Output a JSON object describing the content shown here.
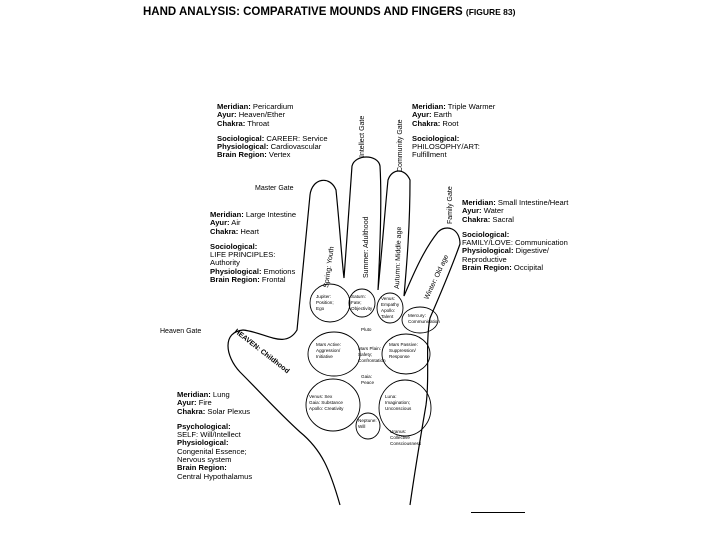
{
  "title": "HAND ANALYSIS: COMPARATIVE MOUNDS AND FINGERS",
  "figure_ref": "(FIGURE 83)",
  "info_blocks": {
    "thumb": {
      "meridian_label": "Meridian:",
      "meridian": "Lung",
      "ayur_label": "Ayur:",
      "ayur": "Fire",
      "chakra_label": "Chakra:",
      "chakra": "Solar Plexus",
      "psychological_label": "Psychological:",
      "psychological": "SELF: Will/Intellect",
      "physiological_label": "Physiological:",
      "physiological_1": "Congenital Essence;",
      "physiological_2": "Nervous system",
      "brain_label": "Brain Region:",
      "brain": "Central Hypothalamus"
    },
    "index": {
      "meridian_label": "Meridian:",
      "meridian": "Large Intestine",
      "ayur_label": "Ayur:",
      "ayur": "Air",
      "chakra_label": "Chakra:",
      "chakra": "Heart",
      "sociological_label": "Sociological:",
      "sociological_1": "LIFE PRINCIPLES:",
      "sociological_2": "Authority",
      "physiological_label": "Physiological:",
      "physiological": "Emotions",
      "brain_label": "Brain Region:",
      "brain": "Frontal"
    },
    "middle": {
      "meridian_label": "Meridian:",
      "meridian": "Pericardium",
      "ayur_label": "Ayur:",
      "ayur": "Heaven/Ether",
      "chakra_label": "Chakra:",
      "chakra": "Throat",
      "sociological_label": "Sociological:",
      "sociological": "CAREER: Service",
      "physiological_label": "Physiological:",
      "physiological": "Cardiovascular",
      "brain_label": "Brain Region:",
      "brain": "Vertex"
    },
    "ring": {
      "meridian_label": "Meridian:",
      "meridian": "Triple Warmer",
      "ayur_label": "Ayur:",
      "ayur": "Earth",
      "chakra_label": "Chakra:",
      "chakra": "Root",
      "sociological_label": "Sociological:",
      "sociological_1": "PHILOSOPHY/ART:",
      "sociological_2": "Fulfillment"
    },
    "little": {
      "meridian_label": "Meridian:",
      "meridian": "Small Intestine/Heart",
      "ayur_label": "Ayur:",
      "ayur": "Water",
      "chakra_label": "Chakra:",
      "chakra": "Sacral",
      "sociological_label": "Sociological:",
      "sociological": "FAMILY/LOVE: Communication",
      "physiological_label": "Physiological:",
      "physiological_1": "Digestive/",
      "physiological_2": "Reproductive",
      "brain_label": "Brain Region:",
      "brain": "Occipital"
    }
  },
  "gates": {
    "master": "Master Gate",
    "heaven": "Heaven Gate",
    "intellect": "Intellect Gate",
    "community": "Community Gate",
    "family": "Family Gate"
  },
  "fingers": {
    "index": "Spring: Youth",
    "middle": "Summer: Adulthood",
    "ring": "Autumn: Middle age",
    "little": "Winter: Old age",
    "thumb": "HEAVEN: Childhood"
  },
  "mounds": {
    "jupiter": [
      "Jupiter:",
      "Position;",
      "Ego"
    ],
    "saturn": [
      "Saturn:",
      "Fate;",
      "Objectivity"
    ],
    "venus_finger": [
      "Venus:",
      "Empathy",
      "Apollo:",
      "Talent"
    ],
    "mercury": [
      "Mercury:",
      "Communication"
    ],
    "pluto": [
      "Pluto"
    ],
    "mars_active": [
      "Mars Active:",
      "Aggression/",
      "Initiative"
    ],
    "mars_plain": [
      "Mars Plain:",
      "Safety;",
      "Confrontation"
    ],
    "mars_passive": [
      "Mars Passive:",
      "Suppression/",
      "Response"
    ],
    "gaia": [
      "Gaia:",
      "Peace"
    ],
    "venus_palm": [
      "Venus: Sex",
      "Gaia: Substance",
      "Apollo: Creativity"
    ],
    "luna": [
      "Luna:",
      "Imagination;",
      "Unconscious"
    ],
    "neptune": [
      "Neptune:",
      "Will"
    ],
    "uranus": [
      "Uranus:",
      "Collective",
      "Consciousness"
    ]
  }
}
